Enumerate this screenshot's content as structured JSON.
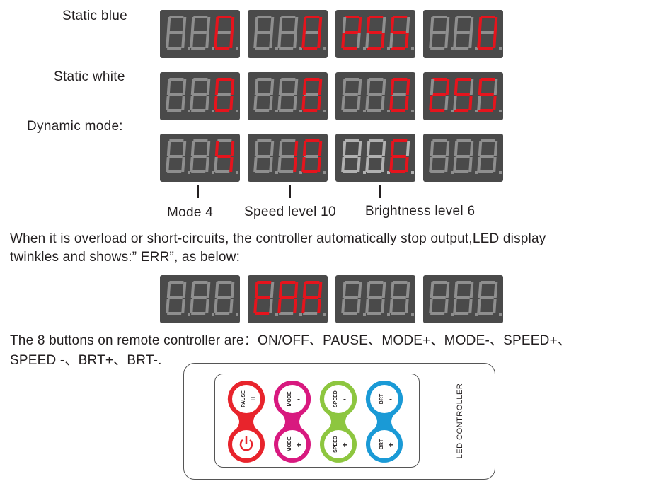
{
  "rows": [
    {
      "label": "Static blue",
      "displays": [
        "  0",
        "  0",
        "255",
        "  0"
      ]
    },
    {
      "label": "Static white",
      "displays": [
        "  0",
        "  0",
        "  0",
        "255"
      ]
    },
    {
      "label": "Dynamic mode:",
      "displays": [
        "  4",
        " 10",
        "  6",
        "   "
      ]
    }
  ],
  "annotations": [
    "Mode 4",
    "Speed level 10",
    "Brightness level 6"
  ],
  "paragraph1": [
    "When it is overload or short-circuits, the controller automatically stop output,LED display",
    "twinkles and shows:” ERR”, as below:"
  ],
  "error_displays": [
    "   ",
    "ERR",
    "   ",
    "   "
  ],
  "paragraph2": [
    "The 8 buttons on remote controller are：ON/OFF、PAUSE、MODE+、MODE-、SPEED+、",
    "SPEED -、BRT+、BRT-."
  ],
  "remote": {
    "title": "LED CONTROLLER",
    "buttons": [
      {
        "top": "PAUSE",
        "top_sign": "=",
        "bottom": "power",
        "color": "#e8242c"
      },
      {
        "top": "MODE",
        "top_sign": "-",
        "bottom": "MODE",
        "bottom_sign": "+",
        "color": "#d8197f"
      },
      {
        "top": "SPEED",
        "top_sign": "-",
        "bottom": "SPEED",
        "bottom_sign": "+",
        "color": "#8dc63f"
      },
      {
        "top": "BRT",
        "top_sign": "-",
        "bottom": "BRT",
        "bottom_sign": "+",
        "color": "#1a9ad6"
      }
    ]
  },
  "colors": {
    "panel": "#4a4a4a",
    "digit_on": "#e6141d",
    "digit_off": "#8e8e8e",
    "digit_dim": "#b0b0b0"
  }
}
